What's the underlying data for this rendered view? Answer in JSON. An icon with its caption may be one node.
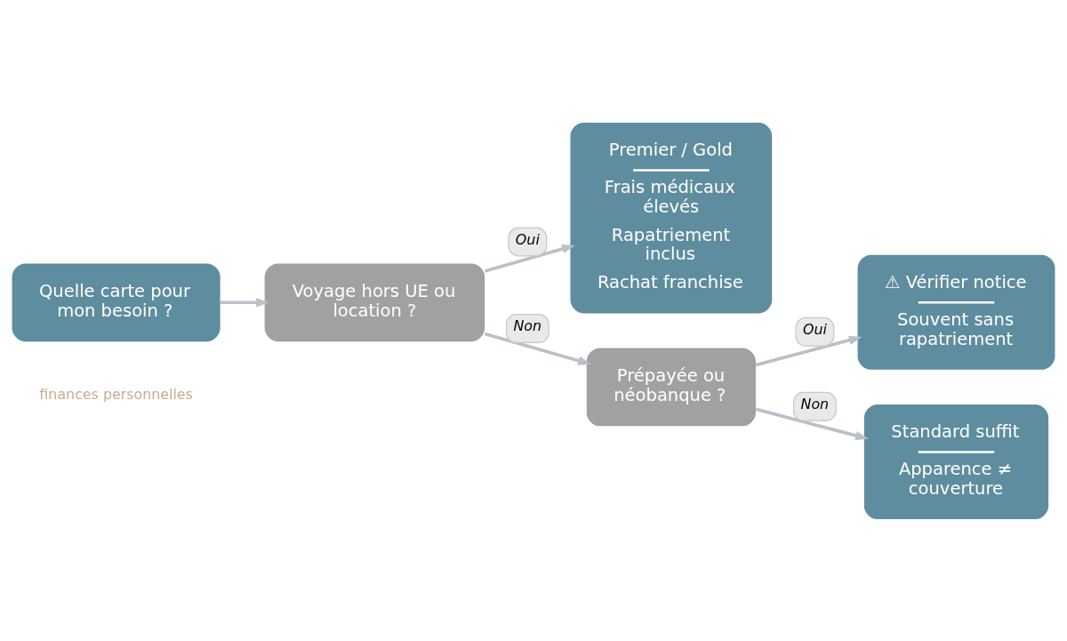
{
  "diagram": {
    "nodes": [
      {
        "text": [
          "Quelle carte pour mon besoin ?"
        ]
      },
      {
        "text": [
          "Voyage hors UE ou location ?"
        ]
      },
      {
        "text": [
          "Premier / Gold",
          "Frais médicaux élevés",
          "Rapatriement inclus",
          "Rachat franchise"
        ]
      },
      {
        "text": [
          "Prépayée ou néobanque ?"
        ]
      },
      {
        "text": [
          "⚠ Vérifier notice",
          "Souvent sans rapatriement"
        ]
      },
      {
        "text": [
          "Standard suffit",
          "Apparence ≠ couverture"
        ]
      }
    ],
    "edges": [
      {
        "from": 0,
        "to": 1,
        "arrow": "to"
      },
      {
        "from": 1,
        "to": 2,
        "label": "Oui",
        "arrow": "to"
      },
      {
        "from": 1,
        "to": 3,
        "label": "Non",
        "arrow": "to"
      },
      {
        "from": 3,
        "to": 4,
        "label": "Oui",
        "arrow": "to"
      },
      {
        "from": 3,
        "to": 5,
        "label": "Non",
        "arrow": "to"
      }
    ],
    "labels": [
      "finances personnelles"
    ]
  }
}
